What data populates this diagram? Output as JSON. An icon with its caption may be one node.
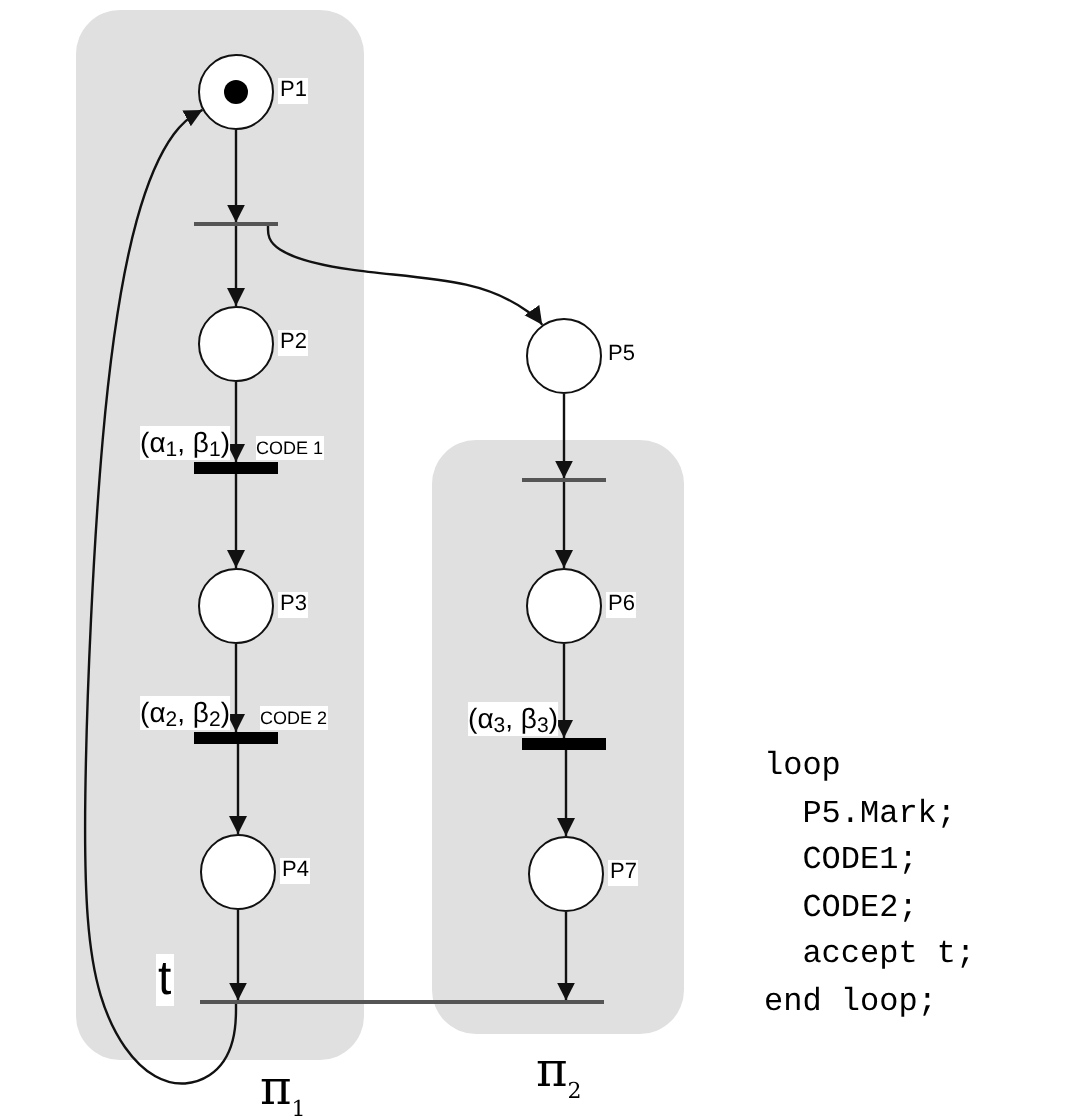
{
  "diagram": {
    "nodes": [
      {
        "text": [
          "π$_{1}$"
        ]
      },
      {
        "text": [],
        "shape": "circle",
        "in": 0,
        "beside": [
          "P1"
        ]
      },
      {
        "text": [],
        "shape": "line",
        "in": 0
      },
      {
        "text": [],
        "shape": "circle",
        "in": 0,
        "beside": [
          "P2"
        ]
      },
      {
        "text": [],
        "shape": "bar",
        "in": 0,
        "beside": [
          "(α$_{1}$, β$_{1}$)",
          "CODE 1"
        ]
      },
      {
        "text": [],
        "shape": "circle",
        "in": 0,
        "beside": [
          "P3"
        ]
      },
      {
        "text": [],
        "shape": "bar",
        "in": 0,
        "beside": [
          "(α$_{2}$, β$_{2}$)",
          "CODE 2"
        ]
      },
      {
        "text": [],
        "shape": "circle",
        "in": 0,
        "beside": [
          "P4"
        ]
      },
      {
        "text": [],
        "shape": "circle",
        "beside": [
          "P5"
        ]
      },
      {
        "text": [
          "π$_{2}$"
        ]
      },
      {
        "text": [],
        "shape": "line",
        "in": 9
      },
      {
        "text": [],
        "shape": "circle",
        "in": 9,
        "beside": [
          "P6"
        ]
      },
      {
        "text": [],
        "shape": "bar",
        "in": 9,
        "beside": [
          "(α$_{3}$, β$_{3}$)"
        ]
      },
      {
        "text": [],
        "shape": "circle",
        "in": 9,
        "beside": [
          "P7"
        ]
      },
      {
        "text": [
          "t"
        ]
      }
    ],
    "edges": [
      {
        "from": 1,
        "to": 2,
        "arrow": "to"
      },
      {
        "from": 2,
        "to": 3,
        "arrow": "to"
      },
      {
        "from": 2,
        "to": 8,
        "arrow": "to"
      },
      {
        "from": 3,
        "to": 4,
        "arrow": "to"
      },
      {
        "from": 4,
        "to": 5,
        "arrow": "to"
      },
      {
        "from": 5,
        "to": 6,
        "arrow": "to"
      },
      {
        "from": 6,
        "to": 7,
        "arrow": "to"
      },
      {
        "from": 7,
        "to": 14,
        "arrow": "to"
      },
      {
        "from": 8,
        "to": 10,
        "arrow": "to"
      },
      {
        "from": 10,
        "to": 11,
        "arrow": "to"
      },
      {
        "from": 11,
        "to": 12,
        "arrow": "to"
      },
      {
        "from": 12,
        "to": 13,
        "arrow": "to"
      },
      {
        "from": 13,
        "to": 14,
        "arrow": "to"
      },
      {
        "from": 14,
        "to": 1,
        "arrow": "to"
      }
    ],
    "labels": [
      "loop",
      "P5.Mark;",
      "CODE1;",
      "CODE2;",
      "accept t;",
      "end loop;"
    ]
  }
}
